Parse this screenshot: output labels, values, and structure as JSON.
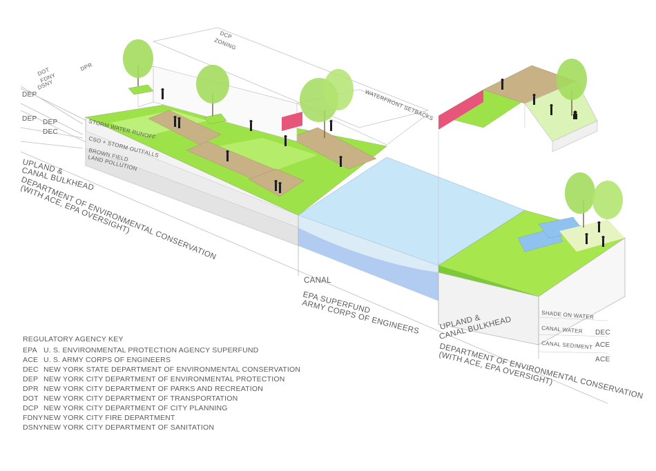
{
  "labels": {
    "dcp": "DCP",
    "zoning": "ZONING",
    "dpr": "DPR",
    "dot": "DOT",
    "fdny": "FDNY",
    "dsny": "DSNY",
    "dep_top": "DEP",
    "dep_mid1": "DEP",
    "dep_mid2": "DEP",
    "dec_left": "DEC",
    "waterfront_setbacks": "WATERFRONT SETBACKS",
    "storm_water_runoff": "STORM WATER RUNOFF",
    "cso_storm_outfalls": "CSO + STORM OUTFALLS",
    "brown_field_1": "BROWN FIELD",
    "brown_field_2": "LAND POLLUTION",
    "upland_left_1": "UPLAND &",
    "upland_left_2": "CANAL BULKHEAD",
    "upland_left_3": "DEPARTMENT OF ENVIRONMENTAL CONSERVATION",
    "upland_left_4": "(WITH ACE, EPA OVERSIGHT)",
    "canal": "CANAL",
    "epa_superfund": "EPA SUPERFUND",
    "army_corps": "ARMY CORPS OF ENGINEERS",
    "upland_right_1": "UPLAND &",
    "upland_right_2": "CANAL BULKHEAD",
    "upland_right_3": "DEPARTMENT OF ENVIRONMENTAL CONSERVATION",
    "upland_right_4": "(WITH ACE, EPA OVERSIGHT)",
    "shade_on_water": "SHADE ON WATER",
    "canal_water": "CANAL WATER",
    "canal_sediment": "CANAL SEDIMENT",
    "dec_right": "DEC",
    "ace_right_1": "ACE",
    "ace_right_2": "ACE"
  },
  "key": {
    "title": "REGULATORY AGENCY KEY",
    "entries": [
      {
        "code": "EPA",
        "name": "U. S. ENVIRONMENTAL PROTECTION AGENCY SUPERFUND"
      },
      {
        "code": "ACE",
        "name": "U. S. ARMY CORPS OF ENGINEERS"
      },
      {
        "code": "DEC",
        "name": "NEW YORK STATE DEPARTMENT OF ENVIRONMENTAL CONSERVATION"
      },
      {
        "code": "DEP",
        "name": "NEW YORK CITY DEPARTMENT OF ENVIRONMENTAL PROTECTION"
      },
      {
        "code": "DPR",
        "name": "NEW YORK CITY DEPARTMENT OF PARKS AND RECREATION"
      },
      {
        "code": "DOT",
        "name": "NEW YORK CITY DEPARTMENT OF TRANSPORTATION"
      },
      {
        "code": "DCP",
        "name": "NEW YORK CITY DEPARTMENT OF CITY PLANNING"
      },
      {
        "code": "FDNY",
        "name": "NEW YORK CITY FIRE DEPARTMENT"
      },
      {
        "code": "DSNY",
        "name": "NEW YORK CITY DEPARTMENT OF SANITATION"
      }
    ]
  },
  "colors": {
    "grass": "#8fe03a",
    "grass_light": "#c9f08a",
    "walkway": "#c8b48a",
    "water": "#bfe3f5",
    "water_deep": "#a9c8ef",
    "pink": "#e8557a",
    "tree": "#9ed85c",
    "line": "#b8b8b8"
  }
}
